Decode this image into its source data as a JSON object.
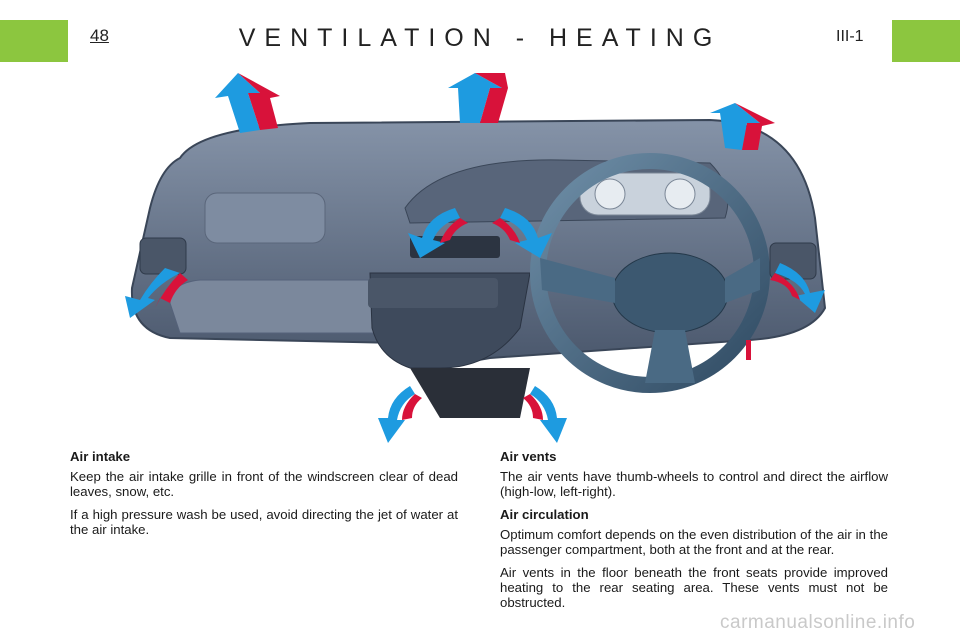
{
  "header": {
    "page_number": "48",
    "title": "VENTILATION - HEATING",
    "section_code": "III-1"
  },
  "colors": {
    "tab_green": "#8cc63f",
    "arrow_blue": "#1e9be0",
    "arrow_red": "#d8123a",
    "dashboard": "#6b7a90"
  },
  "left_column": {
    "heading": "Air intake",
    "paragraphs": [
      "Keep the air intake grille in front of the windscreen clear of dead leaves, snow, etc.",
      "If a high pressure wash be used, avoid directing the jet of water at the air intake."
    ]
  },
  "right_column": {
    "heading1": "Air vents",
    "paragraph1": "The air vents have thumb-wheels to control and direct the airflow (high-low, left-right).",
    "heading2": "Air circulation",
    "paragraph2": "Optimum comfort depends on the even distribution of the air in the passenger compartment, both at the front and at the rear.",
    "paragraph3": "Air vents in the floor beneath the front seats provide improved heating to the rear seating area. These vents must not be obstructed."
  },
  "watermark": "carmanualsonline.info"
}
